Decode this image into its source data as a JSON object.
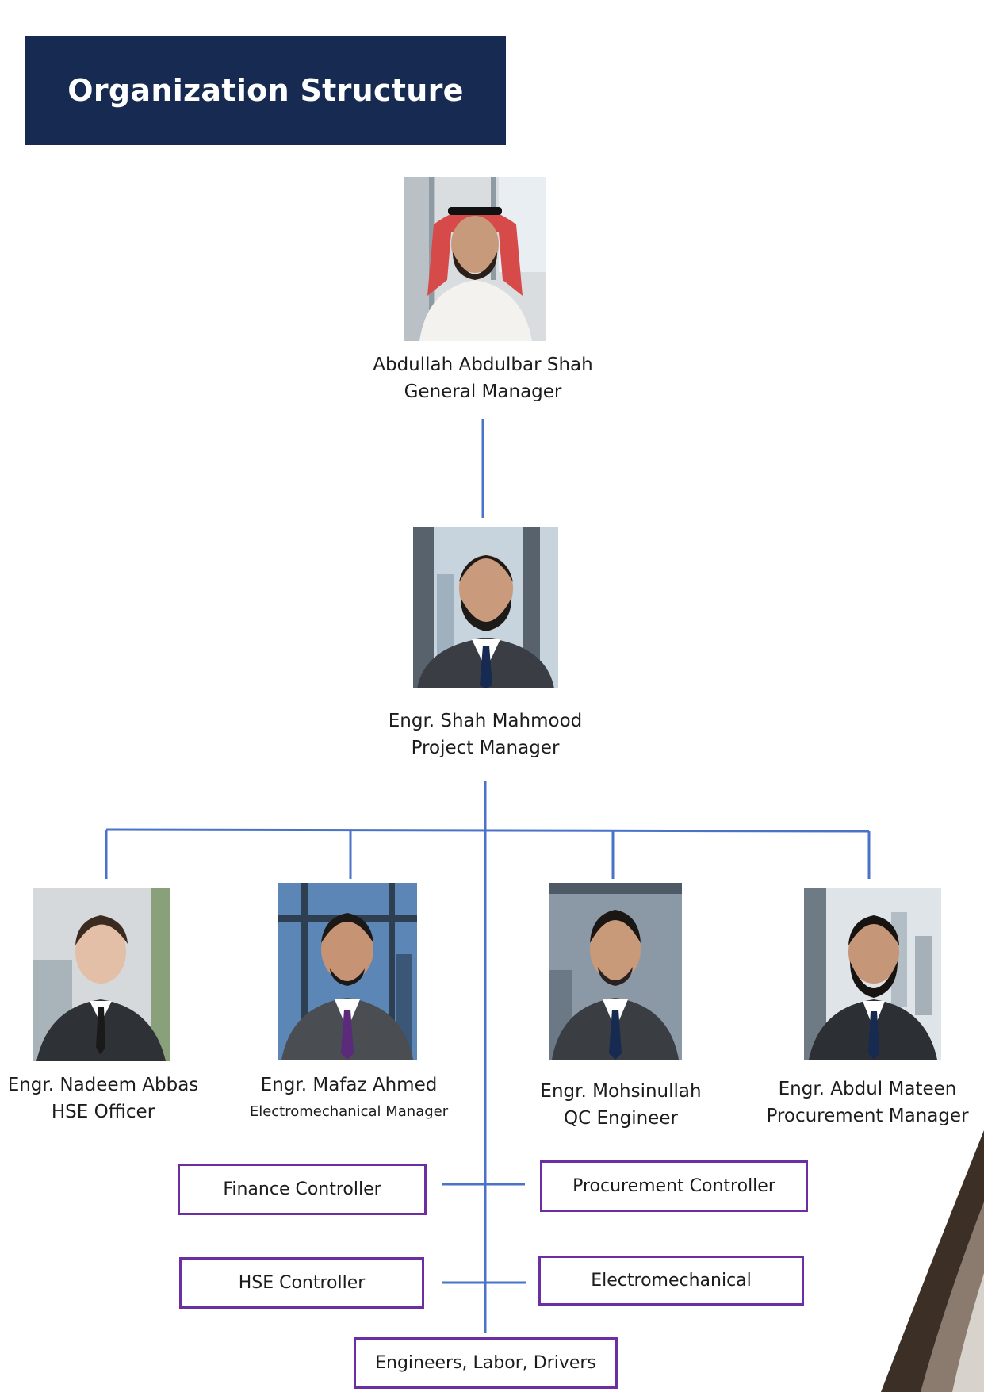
{
  "title": "Organization Structure",
  "colors": {
    "banner": "#172a52",
    "connector": "#4a72c9",
    "box_border": "#6b2fa3"
  },
  "people": {
    "gm": {
      "name": "Abdullah Abdulbar Shah",
      "role": "General Manager"
    },
    "pm": {
      "name": "Engr. Shah Mahmood",
      "role": "Project Manager"
    },
    "hse": {
      "name": "Engr. Nadeem Abbas",
      "role": "HSE Officer"
    },
    "em": {
      "name": "Engr. Mafaz Ahmed",
      "role": "Electromechanical Manager"
    },
    "qc": {
      "name": "Engr. Mohsinullah",
      "role": "QC Engineer"
    },
    "proc": {
      "name": "Engr. Abdul Mateen",
      "role": "Procurement Manager"
    }
  },
  "boxes": {
    "finance": "Finance Controller",
    "procurement": "Procurement Controller",
    "hse": "HSE Controller",
    "electro": "Electromechanical",
    "workers": "Engineers, Labor, Drivers"
  }
}
